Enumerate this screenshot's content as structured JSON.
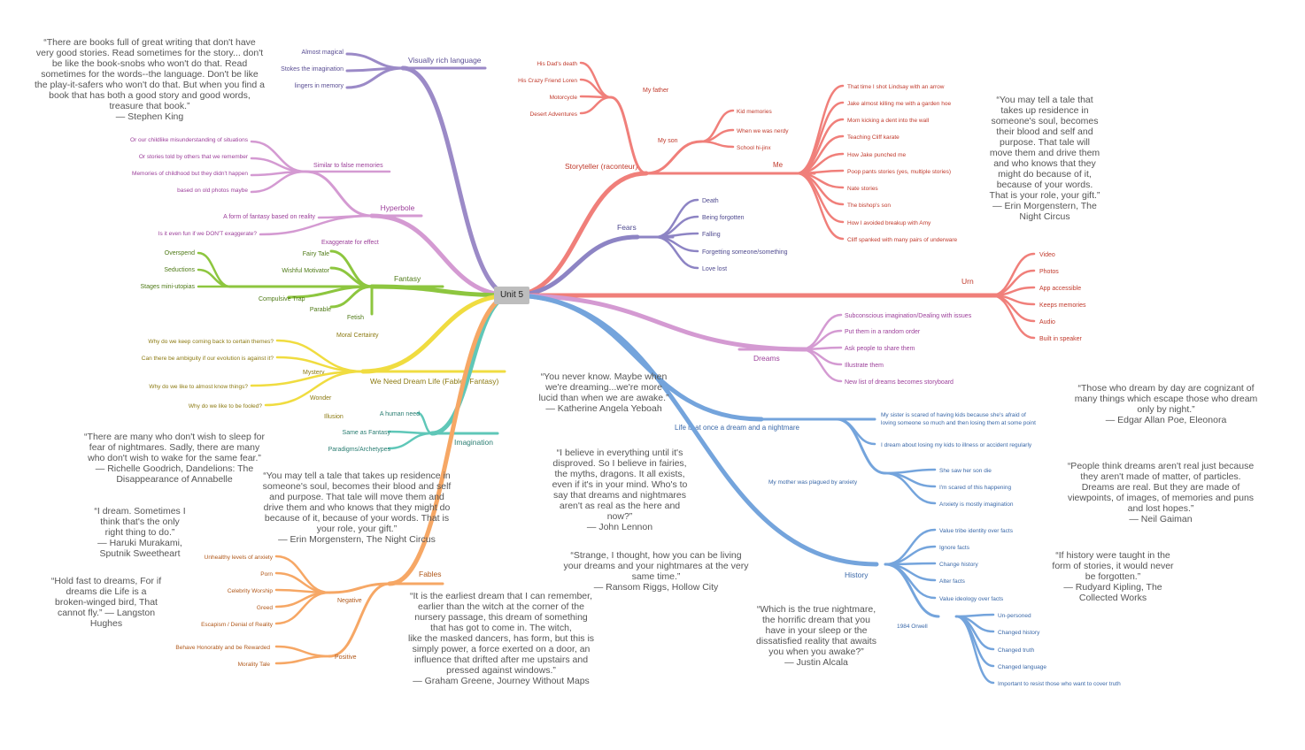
{
  "center": "Unit 5",
  "colors": {
    "purple": "#9b8ac7",
    "pink": "#d49ad2",
    "green": "#8dc63f",
    "yellow": "#f0dc40",
    "teal": "#5fc7b8",
    "orange": "#f6a765",
    "red": "#f07f7a",
    "violet": "#8d84c4",
    "blue": "#74a4dc"
  },
  "branches": {
    "visually_rich": {
      "label": "Visually rich language",
      "children": [
        "Almost magical",
        "Stokes the imagination",
        "lingers in memory"
      ]
    },
    "hyperbole": {
      "label": "Hyperbole",
      "similar": "Similar to false memories",
      "similar_children": [
        "Or our childlike misunderstanding of situations",
        "Or stories told by others that we remember",
        "Memories of childhood but they didn't happen",
        "based on old photos maybe"
      ],
      "children": [
        "A form of fantasy based on reality",
        "Is it even fun if we DON'T exaggerate?",
        "Exaggerate for effect"
      ]
    },
    "fantasy": {
      "label": "Fantasy",
      "children": [
        "Fairy Tale",
        "Wishful Motivator",
        "Compulsive Trap",
        "Parable",
        "Fetish"
      ],
      "stages": [
        "Overspend",
        "Seductions",
        "Stages mini-utopias"
      ]
    },
    "dream_life": {
      "label": "We Need Dream Life (Fables/Fantasy)",
      "children": [
        "Moral Certainty",
        "Mystery",
        "Wonder",
        "Illusion"
      ],
      "questions": [
        "Why do we keep coming back to certain themes?",
        "Can there be ambiguity if our evolution is against it?",
        "Why do we like to almost know things?",
        "Why do we like to be fooled?"
      ]
    },
    "imagination": {
      "label": "Imagination",
      "children": [
        "A human need",
        "Same as Fantasy",
        "Paradigms/Archetypes"
      ]
    },
    "fables": {
      "label": "Fables",
      "negative": "Negative",
      "negative_children": [
        "Unhealthy levels of anxiety",
        "Porn",
        "Celebrity Worship",
        "Greed",
        "Escapism / Denial of Reality"
      ],
      "positive": "Positive",
      "positive_children": [
        "Behave Honorably and be Rewarded",
        "Morality Tale"
      ]
    },
    "storyteller": {
      "label": "Storyteller (raconteur)",
      "father": "My father",
      "father_children": [
        "His Dad's death",
        "His Crazy Friend Loren",
        "Motorcycle",
        "Desert Adventures"
      ],
      "son": "My son",
      "son_children": [
        "Kid memories",
        "When we was nerdy",
        "School hi-jinx"
      ],
      "me": "Me",
      "me_children": [
        "That time I shot Lindsay with an arrow",
        "Jake almost killing me with a garden hoe",
        "Mom kicking a dent into the wall",
        "Teaching Cliff karate",
        "How Jake punched me",
        "Poop pants stories (yes, multiple stories)",
        "Nate stories",
        "The bishop's son",
        "How I avoided breakup with Amy",
        "Cliff spanked with many pairs of underware"
      ]
    },
    "fears": {
      "label": "Fears",
      "children": [
        "Death",
        "Being forgotten",
        "Falling",
        "Forgetting someone/something",
        "Love lost"
      ]
    },
    "urn": {
      "label": "Urn",
      "children": [
        "Video",
        "Photos",
        "App accessible",
        "Keeps memories",
        "Audio",
        "Built in speaker"
      ]
    },
    "dreams": {
      "label": "Dreams",
      "children": [
        "Subconscious imagination/Dealing with issues",
        "Put them in a random order",
        "Ask people to share them",
        "Illustrate them",
        "New list of dreams becomes storyboard"
      ]
    },
    "life_dream": {
      "label": "Life is at once a dream and a nightmare",
      "children_1": "My sister is scared of having kids because she's afraid of",
      "children_1b": "loving someone so much and then losing them at some point",
      "children_2": "I dream about losing my kids to illness or accident regularly",
      "mother": "My mother was plagued by anxiety",
      "mother_children": [
        "She saw her son die",
        "I'm scared of this happening",
        "Anxiety is mostly imagination"
      ]
    },
    "history": {
      "label": "History",
      "children": [
        "Value tribe identity over facts",
        "Ignore facts",
        "Change history",
        "Alter facts",
        "Value ideology over facts"
      ],
      "orwell": "1984 Orwell",
      "orwell_children": [
        "Un-personed",
        "Changed history",
        "Changed truth",
        "Changed language",
        "Important to resist those who want to cover truth"
      ]
    }
  },
  "quotes": [
    "“There are books full of great writing that don't have\nvery good stories. Read sometimes for the story... don't\nbe like the book-snobs who won't do that. Read\nsometimes for the words--the language. Don't be like\nthe play-it-safers who won't do that. But when you find a\nbook that has both a good story and good words,\ntreasure that book.”\n— Stephen King",
    "“There are many who don't wish to sleep for\nfear of nightmares. Sadly, there are many\nwho don't wish to wake for the same fear.”\n— Richelle Goodrich, Dandelions: The\nDisappearance of Annabelle",
    "“You may tell a tale that takes up residence in\nsomeone's soul, becomes their blood and self\nand purpose. That tale will move them and\ndrive them and who knows that they might do\nbecause of it, because of your words. That is\nyour role, your gift.”\n— Erin Morgenstern, The Night Circus",
    "“I dream. Sometimes I\nthink that's the only\nright thing to do.”\n— Haruki Murakami,\nSputnik Sweetheart",
    "“Hold fast to dreams, For if\ndreams die Life is a\nbroken-winged bird, That\ncannot fly.” — Langston\nHughes",
    "“You never know. Maybe when\nwe're dreaming...we're more\nlucid than when we are awake.”\n— Katherine Angela Yeboah",
    "“I believe in everything until it's\ndisproved. So I believe in fairies,\nthe myths, dragons. It all exists,\neven if it's in your mind. Who's to\nsay that dreams and nightmares\naren't as real as the here and\nnow?”\n— John Lennon",
    "“Strange, I thought, how you can be living\nyour dreams and your nightmares at the very\nsame time.”\n— Ransom Riggs, Hollow City",
    "“It is the earliest dream that I can remember,\nearlier than the witch at the corner of the\nnursery passage, this dream of something\nthat has got to come in. The witch,\nlike the masked dancers, has form, but this is\nsimply power, a force exerted on a door, an\ninfluence that drifted after me upstairs and\npressed against windows.”\n— Graham Greene, Journey Without Maps",
    "“You may tell a tale that\ntakes up residence in\nsomeone's soul, becomes\ntheir blood and self and\npurpose. That tale will\nmove them and drive them\nand who knows that they\nmight do because of it,\nbecause of your words.\nThat is your role, your gift.”\n— Erin Morgenstern, The\nNight Circus",
    "“Those who dream by day are cognizant of\nmany things which escape those who dream\nonly by night.”\n— Edgar Allan Poe, Eleonora",
    "“People think dreams aren't real just because\nthey aren't made of matter, of particles.\nDreams are real. But they are made of\nviewpoints, of images, of memories and puns\nand lost hopes.”\n— Neil Gaiman",
    "“If history were taught in the\nform of stories, it would never\nbe forgotten.”\n— Rudyard Kipling, The\nCollected Works",
    "“Which is the true nightmare,\nthe horrific dream that you\nhave in your sleep or the\ndissatisfied reality that awaits\nyou when you awake?”\n— Justin Alcala"
  ]
}
